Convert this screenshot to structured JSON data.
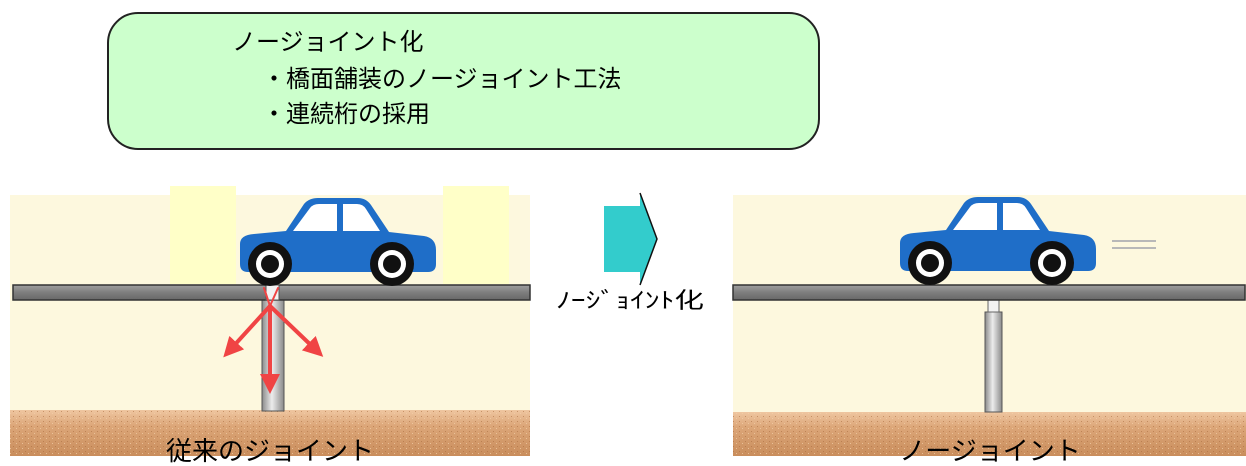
{
  "summary_box": {
    "title": "ノージョイント化",
    "items": [
      "・橋面舗装のノージョイント工法",
      "・連続桁の採用"
    ]
  },
  "transition": {
    "label": "ﾉｰｼﾞｮｲﾝﾄ化"
  },
  "panels": {
    "before": {
      "caption": "従来のジョイント"
    },
    "after": {
      "caption": "ノージョイント"
    }
  },
  "colors": {
    "summary_box_fill": "#ccffcc",
    "car_body": "#1f6ec8",
    "transition_arrow": "#33cccc",
    "stress_arrows": "#f04444",
    "panel_background": "#fdf8de",
    "highlight_zone": "#ffffc8"
  }
}
